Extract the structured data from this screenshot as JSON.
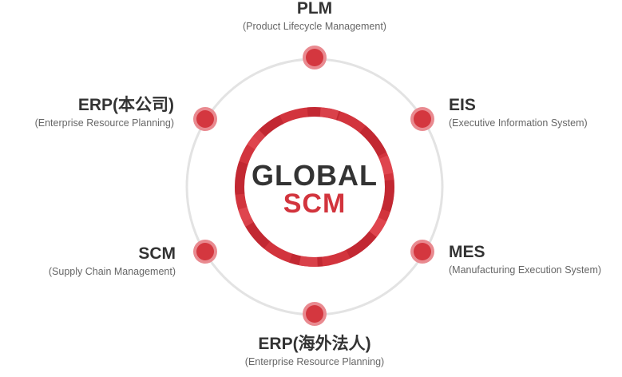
{
  "center": {
    "title": "GLOBAL",
    "subtitle": "SCM"
  },
  "nodes": {
    "plm": {
      "title": "PLM",
      "desc": "(Product Lifecycle Management)"
    },
    "eis": {
      "title": "EIS",
      "desc": "(Executive Information System)"
    },
    "mes": {
      "title": "MES",
      "desc": "(Manufacturing Execution System)"
    },
    "erp_overseas": {
      "title": "ERP(海外法人)",
      "desc": "(Enterprise Resource Planning)"
    },
    "scm": {
      "title": "SCM",
      "desc": "(Supply Chain Management)"
    },
    "erp_hq": {
      "title": "ERP(本公司)",
      "desc": "(Enterprise Resource Planning)"
    }
  },
  "colors": {
    "accent": "#d2343d",
    "ring": "#e3e3e3",
    "dot_outer": "#e98a90",
    "dot_inner": "#d4373f",
    "text_dark": "#333333",
    "text_muted": "#666666"
  }
}
